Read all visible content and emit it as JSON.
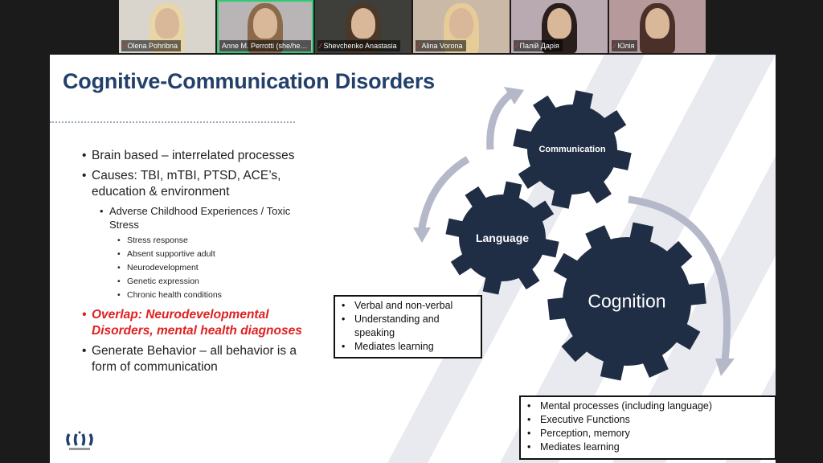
{
  "participants": [
    {
      "name": "Olena Pohribna",
      "muted": true,
      "hair": "#e8d6a8",
      "bg": "#d9d4cc"
    },
    {
      "name": "Anne M. Perrotti (she/her/...",
      "muted": false,
      "active": true,
      "hair": "#8a6a4a",
      "bg": "#b9b4b6"
    },
    {
      "name": "Shevchenko Anastasia",
      "muted": true,
      "hair": "#4a3828",
      "bg": "#3e3f3a"
    },
    {
      "name": "Alina Vorona",
      "muted": true,
      "hair": "#e6cc98",
      "bg": "#c9b9a6"
    },
    {
      "name": "Палій Дарія",
      "muted": true,
      "hair": "#2a1e1c",
      "bg": "#b9aab2"
    },
    {
      "name": "Юлія",
      "muted": true,
      "hair": "#4a3028",
      "bg": "#b6999a"
    }
  ],
  "slide": {
    "title": "Cognitive-Communication Disorders",
    "bullets": {
      "b1": "Brain based – interrelated processes",
      "b2": "Causes:  TBI, mTBI, PTSD, ACE’s, education & environment",
      "b2a": "Adverse Childhood Experiences / Toxic Stress",
      "sub": [
        "Stress response",
        "Absent supportive adult",
        "Neurodevelopment",
        "Genetic expression",
        "Chronic health conditions"
      ],
      "b3": "Overlap: Neurodevelopmental Disorders, mental health diagnoses",
      "b4": "Generate Behavior – all behavior is a form of communication"
    },
    "gears": {
      "communication": "Communication",
      "language": "Language",
      "cognition": "Cognition"
    },
    "language_box": [
      "Verbal and non-verbal",
      "Understanding and speaking",
      "Mediates learning"
    ],
    "cognition_box": [
      "Mental processes (including language)",
      "Executive Functions",
      "Perception, memory",
      "Mediates learning"
    ],
    "colors": {
      "gear": "#1f2d45",
      "title": "#23406b",
      "overlap": "#e02020",
      "arrow": "#b4b8c8"
    }
  }
}
